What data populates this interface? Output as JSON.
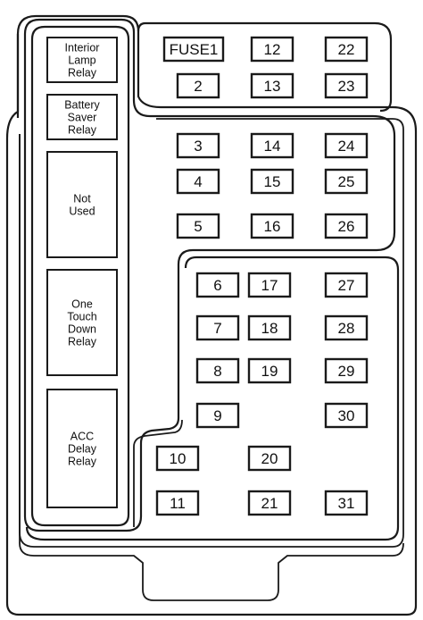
{
  "relays": [
    {
      "id": "interior-lamp-relay",
      "lines": [
        "Interior",
        "Lamp",
        "Relay"
      ]
    },
    {
      "id": "battery-saver-relay",
      "lines": [
        "Battery",
        "Saver",
        "Relay"
      ]
    },
    {
      "id": "not-used",
      "lines": [
        "Not",
        "Used"
      ]
    },
    {
      "id": "one-touch-down-relay",
      "lines": [
        "One",
        "Touch",
        "Down",
        "Relay"
      ]
    },
    {
      "id": "acc-delay-relay",
      "lines": [
        "ACC",
        "Delay",
        "Relay"
      ]
    }
  ],
  "fuses": [
    "FUSE1",
    "2",
    "3",
    "4",
    "5",
    "6",
    "7",
    "8",
    "9",
    "10",
    "11",
    "12",
    "13",
    "14",
    "15",
    "16",
    "17",
    "18",
    "19",
    "20",
    "21",
    "22",
    "23",
    "24",
    "25",
    "26",
    "27",
    "28",
    "29",
    "30",
    "31"
  ]
}
